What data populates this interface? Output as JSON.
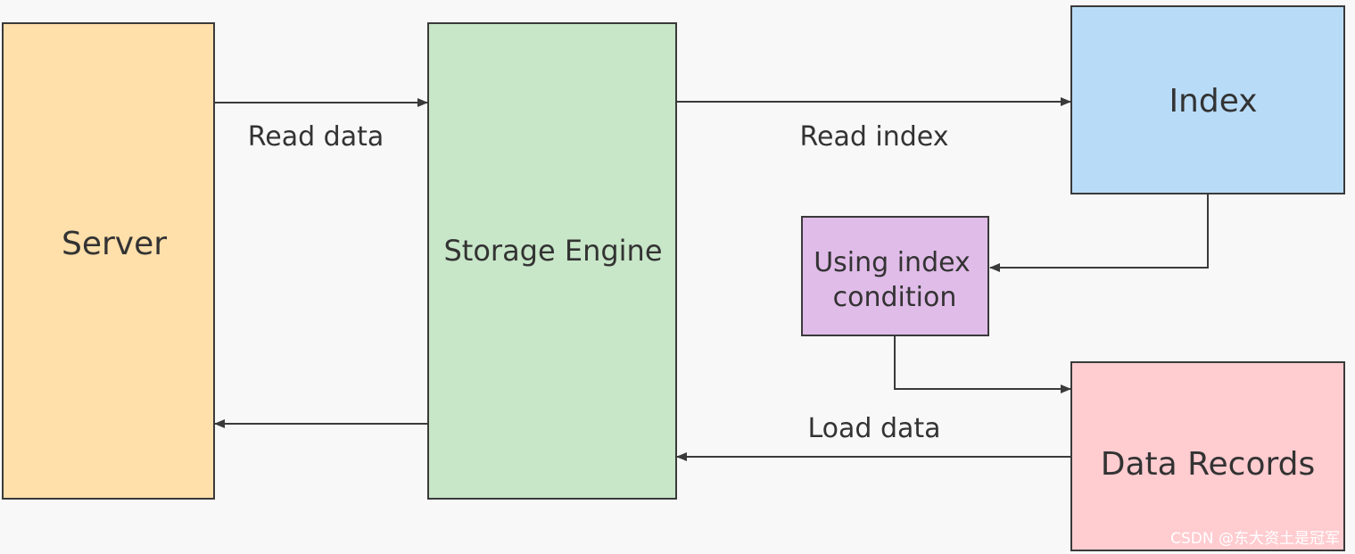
{
  "nodes": {
    "server": {
      "label": "Server",
      "fill": "#ffdfaa"
    },
    "storage_engine": {
      "label": "Storage Engine",
      "fill": "#c8e6c8"
    },
    "index": {
      "label": "Index",
      "fill": "#b8dcf8"
    },
    "using_index_condition": {
      "label_line1": "Using index",
      "label_line2": "condition",
      "fill": "#e0bce8"
    },
    "data_records": {
      "label": "Data Records",
      "fill": "#ffccd0"
    }
  },
  "edges": {
    "read_data": {
      "label": "Read data",
      "from": "Server",
      "to": "Storage Engine"
    },
    "read_index": {
      "label": "Read index",
      "from": "Storage Engine",
      "to": "Index"
    },
    "index_to_condition": {
      "from": "Index",
      "to": "Using index condition"
    },
    "condition_to_records": {
      "from": "Using index condition",
      "to": "Data Records"
    },
    "load_data": {
      "label": "Load data",
      "from": "Data Records",
      "to": "Storage Engine"
    },
    "return_to_server": {
      "from": "Storage Engine",
      "to": "Server"
    }
  },
  "style": {
    "stroke": "#3a3a3a",
    "background": "#f8f8f8"
  },
  "watermark": "CSDN @东大资土是冠军"
}
